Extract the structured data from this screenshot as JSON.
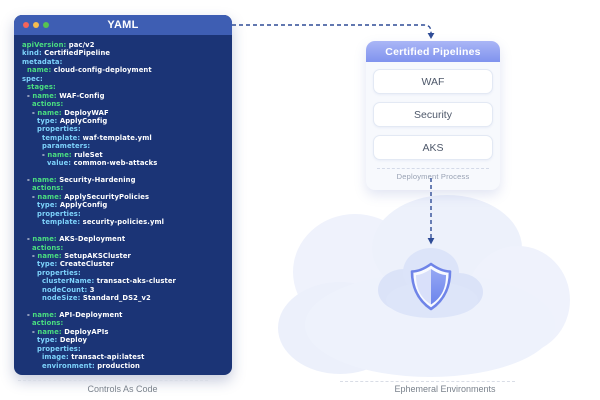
{
  "window": {
    "title": "YAML",
    "controls": [
      "close-icon",
      "minimize-icon",
      "maximize-icon"
    ]
  },
  "code": {
    "lines": [
      {
        "ind": 0,
        "t": [
          [
            "apiVersion:",
            "g"
          ],
          [
            " pac/v2",
            "w"
          ]
        ]
      },
      {
        "ind": 0,
        "t": [
          [
            "kind:",
            "c"
          ],
          [
            " CertifiedPipeline",
            "w"
          ]
        ]
      },
      {
        "ind": 0,
        "t": [
          [
            "metadata:",
            "c"
          ]
        ]
      },
      {
        "ind": 1,
        "t": [
          [
            "name:",
            "g"
          ],
          [
            " cloud-config-deployment",
            "w"
          ]
        ]
      },
      {
        "ind": 0,
        "t": [
          [
            "spec:",
            "c"
          ]
        ]
      },
      {
        "ind": 1,
        "t": [
          [
            "stages:",
            "g"
          ]
        ]
      },
      {
        "ind": 1,
        "t": [
          [
            "- ",
            "w"
          ],
          [
            "name:",
            "g"
          ],
          [
            " WAF-Config",
            "w"
          ]
        ]
      },
      {
        "ind": 2,
        "t": [
          [
            "actions:",
            "g"
          ]
        ]
      },
      {
        "ind": 2,
        "t": [
          [
            "- ",
            "w"
          ],
          [
            "name:",
            "g"
          ],
          [
            " DeployWAF",
            "w"
          ]
        ]
      },
      {
        "ind": 3,
        "t": [
          [
            "type:",
            "c"
          ],
          [
            " ApplyConfig",
            "w"
          ]
        ]
      },
      {
        "ind": 3,
        "t": [
          [
            "properties:",
            "c"
          ]
        ]
      },
      {
        "ind": 4,
        "t": [
          [
            "template:",
            "c"
          ],
          [
            " waf-template.yml",
            "w"
          ]
        ]
      },
      {
        "ind": 4,
        "t": [
          [
            "parameters:",
            "c"
          ]
        ]
      },
      {
        "ind": 4,
        "t": [
          [
            "- ",
            "w"
          ],
          [
            "name:",
            "g"
          ],
          [
            " ruleSet",
            "w"
          ]
        ]
      },
      {
        "ind": 5,
        "t": [
          [
            "value:",
            "c"
          ],
          [
            " common-web-attacks",
            "w"
          ]
        ]
      },
      {
        "ind": 0,
        "t": []
      },
      {
        "ind": 1,
        "t": [
          [
            "- ",
            "w"
          ],
          [
            "name:",
            "g"
          ],
          [
            " Security-Hardening",
            "w"
          ]
        ]
      },
      {
        "ind": 2,
        "t": [
          [
            "actions:",
            "g"
          ]
        ]
      },
      {
        "ind": 2,
        "t": [
          [
            "- ",
            "w"
          ],
          [
            "name:",
            "g"
          ],
          [
            " ApplySecurityPolicies",
            "w"
          ]
        ]
      },
      {
        "ind": 3,
        "t": [
          [
            "type:",
            "c"
          ],
          [
            " ApplyConfig",
            "w"
          ]
        ]
      },
      {
        "ind": 3,
        "t": [
          [
            "properties:",
            "c"
          ]
        ]
      },
      {
        "ind": 4,
        "t": [
          [
            "template:",
            "c"
          ],
          [
            " security-policies.yml",
            "w"
          ]
        ]
      },
      {
        "ind": 0,
        "t": []
      },
      {
        "ind": 1,
        "t": [
          [
            "- ",
            "w"
          ],
          [
            "name:",
            "g"
          ],
          [
            " AKS-Deployment",
            "w"
          ]
        ]
      },
      {
        "ind": 2,
        "t": [
          [
            "actions:",
            "g"
          ]
        ]
      },
      {
        "ind": 2,
        "t": [
          [
            "- ",
            "w"
          ],
          [
            "name:",
            "g"
          ],
          [
            " SetupAKSCluster",
            "w"
          ]
        ]
      },
      {
        "ind": 3,
        "t": [
          [
            "type:",
            "c"
          ],
          [
            " CreateCluster",
            "w"
          ]
        ]
      },
      {
        "ind": 3,
        "t": [
          [
            "properties:",
            "c"
          ]
        ]
      },
      {
        "ind": 4,
        "t": [
          [
            "clusterName:",
            "c"
          ],
          [
            " transact-aks-cluster",
            "w"
          ]
        ]
      },
      {
        "ind": 4,
        "t": [
          [
            "nodeCount:",
            "c"
          ],
          [
            " 3",
            "w"
          ]
        ]
      },
      {
        "ind": 4,
        "t": [
          [
            "nodeSize:",
            "c"
          ],
          [
            " Standard_DS2_v2",
            "w"
          ]
        ]
      },
      {
        "ind": 0,
        "t": []
      },
      {
        "ind": 1,
        "t": [
          [
            "- ",
            "w"
          ],
          [
            "name:",
            "g"
          ],
          [
            " API-Deployment",
            "w"
          ]
        ]
      },
      {
        "ind": 2,
        "t": [
          [
            "actions:",
            "g"
          ]
        ]
      },
      {
        "ind": 2,
        "t": [
          [
            "- ",
            "w"
          ],
          [
            "name:",
            "g"
          ],
          [
            " DeployAPIs",
            "w"
          ]
        ]
      },
      {
        "ind": 3,
        "t": [
          [
            "type:",
            "c"
          ],
          [
            " Deploy",
            "w"
          ]
        ]
      },
      {
        "ind": 3,
        "t": [
          [
            "properties:",
            "c"
          ]
        ]
      },
      {
        "ind": 4,
        "t": [
          [
            "image:",
            "c"
          ],
          [
            " transact-api:latest",
            "w"
          ]
        ]
      },
      {
        "ind": 4,
        "t": [
          [
            "environment:",
            "c"
          ],
          [
            " production",
            "w"
          ]
        ]
      }
    ]
  },
  "pipelines": {
    "header": "Certified Pipelines",
    "items": [
      "WAF",
      "Security",
      "AKS"
    ],
    "footer": "Deployment Process"
  },
  "labels": {
    "left": "Controls As Code",
    "right": "Ephemeral Environments"
  },
  "icons": {
    "shield": "shield-icon",
    "cloud": "cloud-shape"
  },
  "colors": {
    "window_titlebar": "#3E5EB3",
    "window_body": "#1B3476",
    "key_green": "#4ADE80",
    "key_cyan": "#7DD3FC",
    "value_white": "#FFFFFF",
    "panel_header_start": "#AAB6F6",
    "panel_header_end": "#8093EE",
    "arrow": "#2F4C96",
    "cloud_outer": "#EDF1FB",
    "cloud_inner": "#DBE3F8",
    "shield_right": "#8095EF",
    "shield_left": "#D9E0FA",
    "label_gray": "#7A828C"
  }
}
